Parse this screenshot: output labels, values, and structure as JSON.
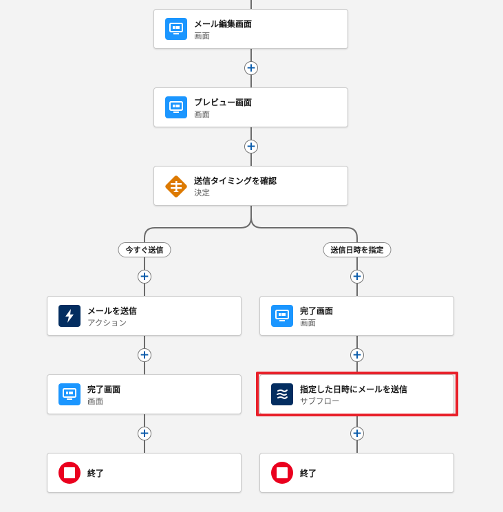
{
  "nodes": {
    "mail_edit": {
      "title": "メール編集画面",
      "type": "画面",
      "icon": "screen-icon"
    },
    "preview": {
      "title": "プレビュー画面",
      "type": "画面",
      "icon": "screen-icon"
    },
    "decision": {
      "title": "送信タイミングを確認",
      "type": "決定",
      "icon": "decision-icon"
    },
    "send_mail": {
      "title": "メールを送信",
      "type": "アクション",
      "icon": "lightning-icon"
    },
    "done_left": {
      "title": "完了画面",
      "type": "画面",
      "icon": "screen-icon"
    },
    "end_left": {
      "title": "終了",
      "icon": "stop-icon"
    },
    "done_right": {
      "title": "完了画面",
      "type": "画面",
      "icon": "screen-icon"
    },
    "subflow": {
      "title": "指定した日時にメールを送信",
      "type": "サブフロー",
      "icon": "subflow-icon"
    },
    "end_right": {
      "title": "終了",
      "icon": "stop-icon"
    }
  },
  "branches": {
    "left": "今すぐ送信",
    "right": "送信日時を指定"
  },
  "add_symbol": "+",
  "colors": {
    "screen": "#1b96ff",
    "decision": "#dd7a01",
    "action": "#032d60",
    "stop": "#ea001e",
    "highlight": "#e8202a"
  }
}
